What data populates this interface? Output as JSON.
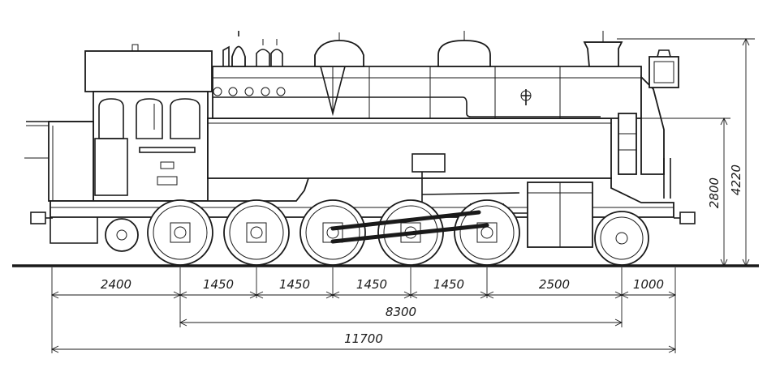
{
  "drawing": {
    "subject": "locomotive-side-elevation",
    "line_color": "#1a1a1a",
    "background": "#ffffff"
  },
  "dimensions": {
    "spacing": [
      "2400",
      "1450",
      "1450",
      "1450",
      "1450",
      "2500",
      "1000"
    ],
    "wheelbase": "8300",
    "overall_length": "11700",
    "height_total": "4220",
    "height_boiler_axis": "2800"
  }
}
